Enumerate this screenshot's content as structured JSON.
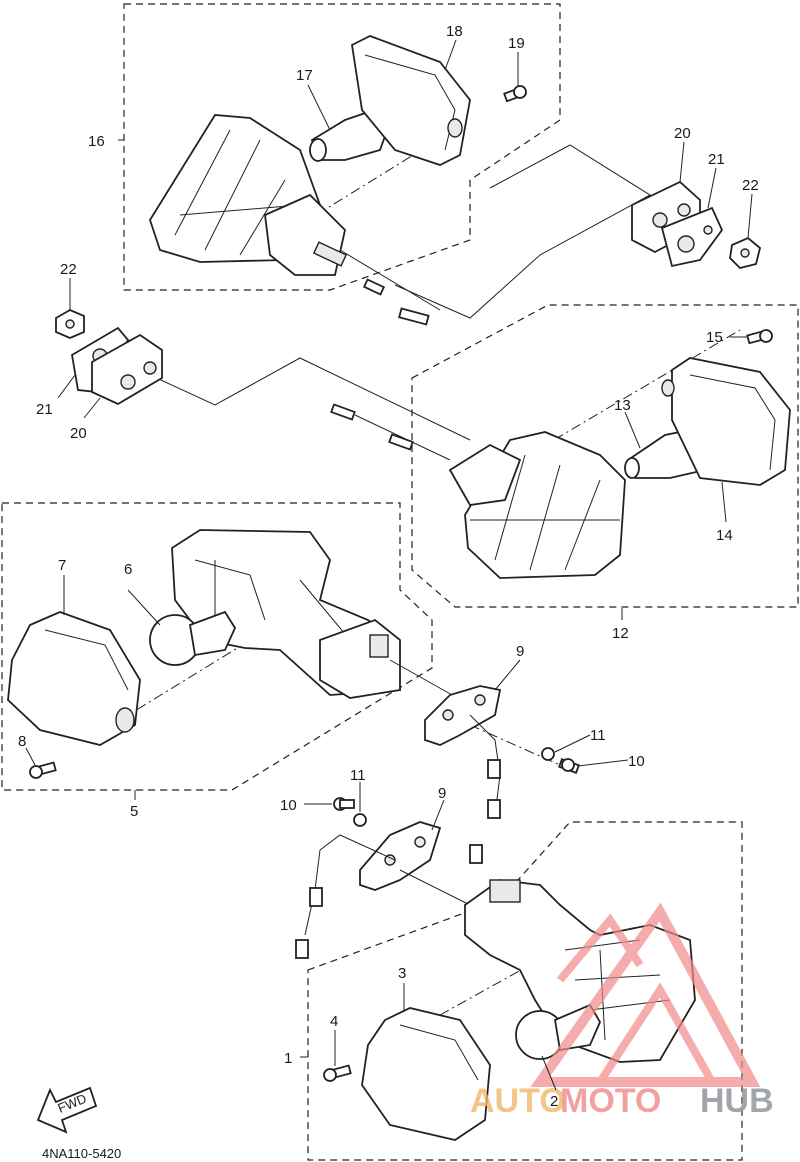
{
  "diagram": {
    "code": "4NA110-5420",
    "fwd_label": "FWD",
    "callouts": [
      {
        "id": "c1",
        "label": "1"
      },
      {
        "id": "c2",
        "label": "2"
      },
      {
        "id": "c3",
        "label": "3"
      },
      {
        "id": "c4",
        "label": "4"
      },
      {
        "id": "c5",
        "label": "5"
      },
      {
        "id": "c6",
        "label": "6"
      },
      {
        "id": "c7",
        "label": "7"
      },
      {
        "id": "c8",
        "label": "8"
      },
      {
        "id": "c9a",
        "label": "9"
      },
      {
        "id": "c9b",
        "label": "9"
      },
      {
        "id": "c10a",
        "label": "10"
      },
      {
        "id": "c10b",
        "label": "10"
      },
      {
        "id": "c11a",
        "label": "11"
      },
      {
        "id": "c11b",
        "label": "11"
      },
      {
        "id": "c12",
        "label": "12"
      },
      {
        "id": "c13",
        "label": "13"
      },
      {
        "id": "c14",
        "label": "14"
      },
      {
        "id": "c15",
        "label": "15"
      },
      {
        "id": "c16",
        "label": "16"
      },
      {
        "id": "c17",
        "label": "17"
      },
      {
        "id": "c18",
        "label": "18"
      },
      {
        "id": "c19",
        "label": "19"
      },
      {
        "id": "c20a",
        "label": "20"
      },
      {
        "id": "c20b",
        "label": "20"
      },
      {
        "id": "c21a",
        "label": "21"
      },
      {
        "id": "c21b",
        "label": "21"
      },
      {
        "id": "c22a",
        "label": "22"
      },
      {
        "id": "c22b",
        "label": "22"
      }
    ]
  },
  "watermark": {
    "part_a": "AUTO",
    "part_b": "MOTO",
    "part_c": "HUB",
    "colors": {
      "auto": "#f3b66a",
      "moto": "#f08a8a",
      "hub": "#8b8f96",
      "logo": "#f08a8a"
    }
  }
}
